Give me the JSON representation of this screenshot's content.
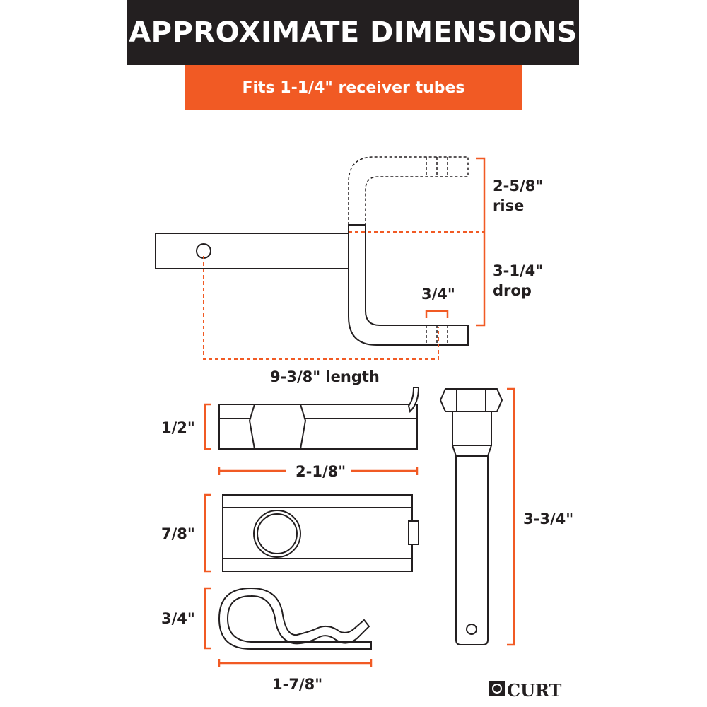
{
  "header": {
    "title": "APPROXIMATE DIMENSIONS",
    "subtitle": "Fits 1-1/4\" receiver tubes"
  },
  "ball_mount": {
    "rise": "2-5/8\"",
    "rise_word": "rise",
    "drop": "3-1/4\"",
    "drop_word": "drop",
    "hole": "3/4\"",
    "length": "9-3/8\" length"
  },
  "clip": {
    "height": "1/2\"",
    "width": "2-1/8\""
  },
  "plate": {
    "height": "7/8\""
  },
  "hairpin": {
    "height": "3/4\"",
    "width": "1-7/8\""
  },
  "pin": {
    "length": "3-3/4\""
  },
  "brand": {
    "logo": "CURT"
  },
  "colors": {
    "accent": "#f15a24",
    "dark": "#231f20"
  }
}
